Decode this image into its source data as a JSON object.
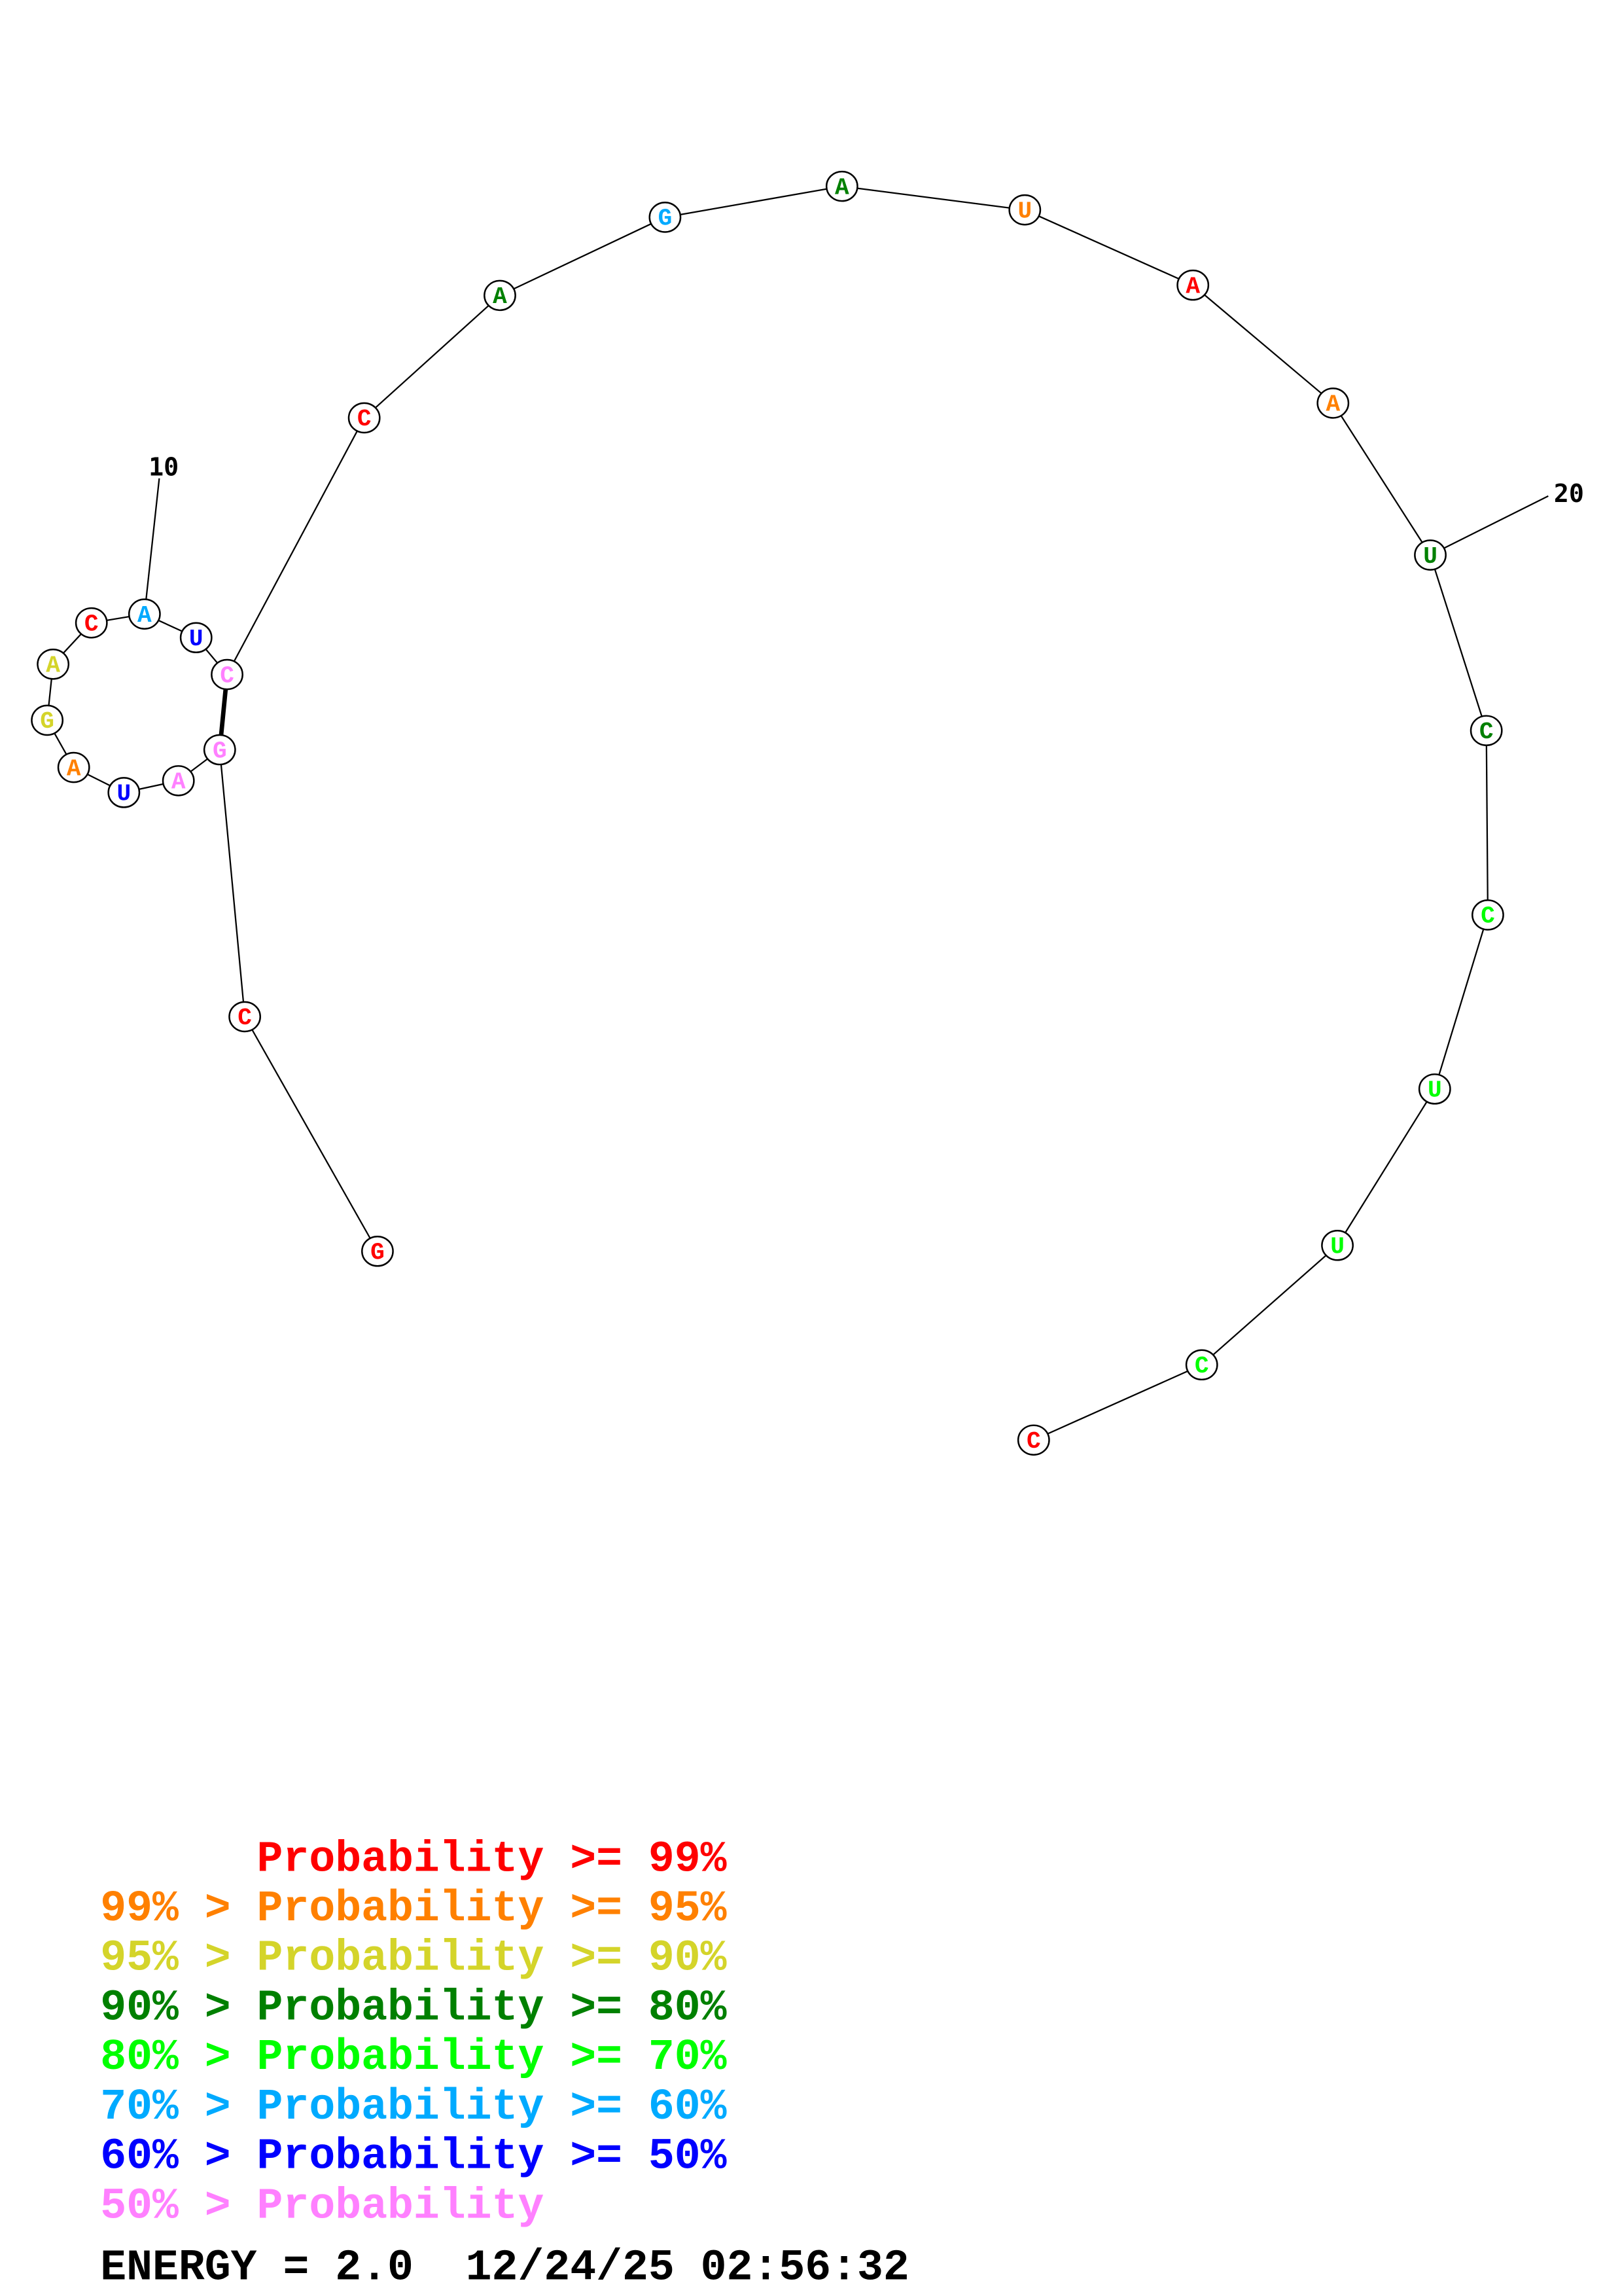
{
  "structure": {
    "sequence": [
      "G",
      "C",
      "G",
      "A",
      "U",
      "A",
      "G",
      "A",
      "C",
      "A",
      "U",
      "C",
      "C",
      "A",
      "G",
      "A",
      "U",
      "A",
      "A",
      "U",
      "C",
      "C",
      "U",
      "U",
      "C",
      "C"
    ],
    "probability_class": [
      "p99",
      "p99",
      "p50",
      "p50",
      "p60",
      "p95",
      "p90",
      "p90",
      "p99",
      "p70",
      "p60",
      "p50",
      "p99",
      "p80",
      "p70",
      "p80",
      "p95",
      "p99",
      "p95",
      "p80",
      "p80",
      "p70b",
      "p70b",
      "p70b",
      "p70b",
      "p99"
    ],
    "pairs": [
      [
        3,
        12
      ]
    ],
    "position_labels": [
      {
        "index": 10,
        "text": "10"
      },
      {
        "index": 20,
        "text": "20"
      }
    ]
  },
  "colors": {
    "p99": "#ff0000",
    "p95": "#ff8000",
    "p90": "#d4d42a",
    "p80": "#008000",
    "p70b": "#00ff00",
    "p70": "#00aaff",
    "p60": "#0000ff",
    "p50": "#ff80ff"
  },
  "legend": [
    {
      "text": "      Probability >= 99%",
      "color_key": "p99"
    },
    {
      "text": "99% > Probability >= 95%",
      "color_key": "p95"
    },
    {
      "text": "95% > Probability >= 90%",
      "color_key": "p90"
    },
    {
      "text": "90% > Probability >= 80%",
      "color_key": "p80"
    },
    {
      "text": "80% > Probability >= 70%",
      "color_key": "p70b"
    },
    {
      "text": "70% > Probability >= 60%",
      "color_key": "p70"
    },
    {
      "text": "60% > Probability >= 50%",
      "color_key": "p60"
    },
    {
      "text": "50% > Probability",
      "color_key": "p50"
    }
  ],
  "footer": {
    "energy": "ENERGY = 2.0",
    "timestamp": "12/24/25 02:56:32"
  }
}
